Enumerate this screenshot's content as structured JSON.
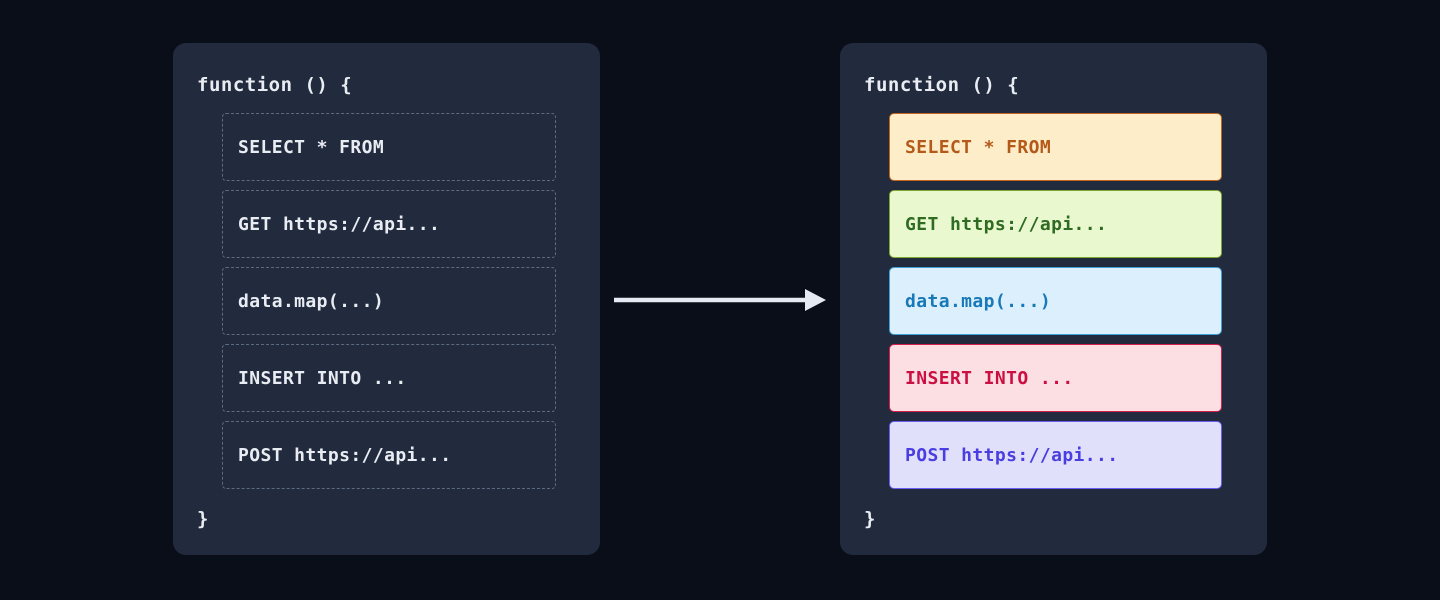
{
  "canvas": {
    "background": "#0a0e18",
    "panel_background": "#222b3d"
  },
  "panels": [
    {
      "id": "before",
      "name": "unclassified-code-panel",
      "code_open": "function () {",
      "code_close": "}",
      "text_color": "#e9edf3",
      "rows": [
        {
          "label": "SELECT * FROM",
          "style": "dashed",
          "border": "#5d6b82",
          "background": "transparent",
          "color": "#e9edf3"
        },
        {
          "label": "GET https://api...",
          "style": "dashed",
          "border": "#5d6b82",
          "background": "transparent",
          "color": "#e9edf3"
        },
        {
          "label": "data.map(...)",
          "style": "dashed",
          "border": "#5d6b82",
          "background": "transparent",
          "color": "#e9edf3"
        },
        {
          "label": "INSERT INTO ...",
          "style": "dashed",
          "border": "#5d6b82",
          "background": "transparent",
          "color": "#e9edf3"
        },
        {
          "label": "POST https://api...",
          "style": "dashed",
          "border": "#5d6b82",
          "background": "transparent",
          "color": "#e9edf3"
        }
      ]
    },
    {
      "id": "after",
      "name": "classified-code-panel",
      "code_open": "function () {",
      "code_close": "}",
      "text_color": "#e9edf3",
      "rows": [
        {
          "label": "SELECT * FROM",
          "style": "solid",
          "border": "#c4661f",
          "background": "#fdeec9",
          "color": "#b5591a"
        },
        {
          "label": "GET https://api...",
          "style": "solid",
          "border": "#7ba832",
          "background": "#eaf8cf",
          "color": "#2f6b22"
        },
        {
          "label": "data.map(...)",
          "style": "solid",
          "border": "#3f9fd6",
          "background": "#dbeffd",
          "color": "#1779b8"
        },
        {
          "label": "INSERT INTO ...",
          "style": "solid",
          "border": "#d4204f",
          "background": "#fcdfe2",
          "color": "#cc0f42"
        },
        {
          "label": "POST https://api...",
          "style": "solid",
          "border": "#6a5df0",
          "background": "#e0e0fb",
          "color": "#4b3ee0"
        }
      ]
    }
  ],
  "arrow": {
    "name": "transform-arrow",
    "color": "#e6eaf2",
    "direction": "right"
  }
}
